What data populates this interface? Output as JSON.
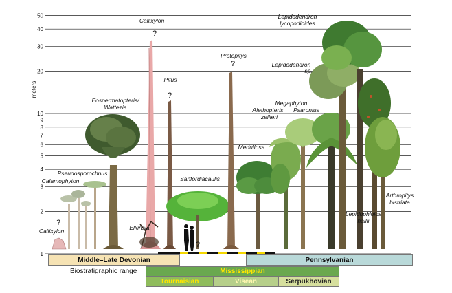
{
  "axis": {
    "unit_label": "meters",
    "ticks": [
      "1",
      "2",
      "3",
      "4",
      "5",
      "6",
      "7",
      "8",
      "9",
      "10",
      "20",
      "30",
      "40",
      "50"
    ],
    "scale": "log"
  },
  "plants": [
    {
      "label": "Callixylon"
    },
    {
      "label": "Calamophyton"
    },
    {
      "label": "Pseudosporochnus"
    },
    {
      "label": "Eospermatopteris/"
    },
    {
      "label": "Wattezia"
    },
    {
      "label": "Callixylon"
    },
    {
      "label": "Elkinsia"
    },
    {
      "label": "Pitus"
    },
    {
      "label": "Sanfordiacaulis"
    },
    {
      "label": "Protopitys"
    },
    {
      "label": "Medullosa"
    },
    {
      "label": "Alethopteris"
    },
    {
      "label": "zeilleri"
    },
    {
      "label": "Megaphyton"
    },
    {
      "label": "Psaronius"
    },
    {
      "label": "Lepidodendron"
    },
    {
      "label": "sp."
    },
    {
      "label": "Lepidodendron"
    },
    {
      "label": "lycopodioides"
    },
    {
      "label": "Lepidophloios"
    },
    {
      "label": "hallii"
    },
    {
      "label": "Arthropitys"
    },
    {
      "label": "bistriata"
    }
  ],
  "question_mark": "?",
  "periods": {
    "devonian": "Middle–Late Devonian",
    "pennsylvanian": "Pennsylvanian",
    "mississippian": "Mississippian",
    "tournaisian": "Tournaisian",
    "visean": "Visean",
    "serpukhovian": "Serpukhovian",
    "range_label": "Biostratigraphic range"
  },
  "colors": {
    "devonian": "#f6e3b4",
    "pennsylvanian": "#b9d9d9",
    "mississippian": "#6aa84f",
    "tournaisian": "#8fbc5c",
    "visean": "#b6cf8a",
    "serpukhovian": "#d6df9d",
    "mississippian_text": "#ffe600"
  }
}
